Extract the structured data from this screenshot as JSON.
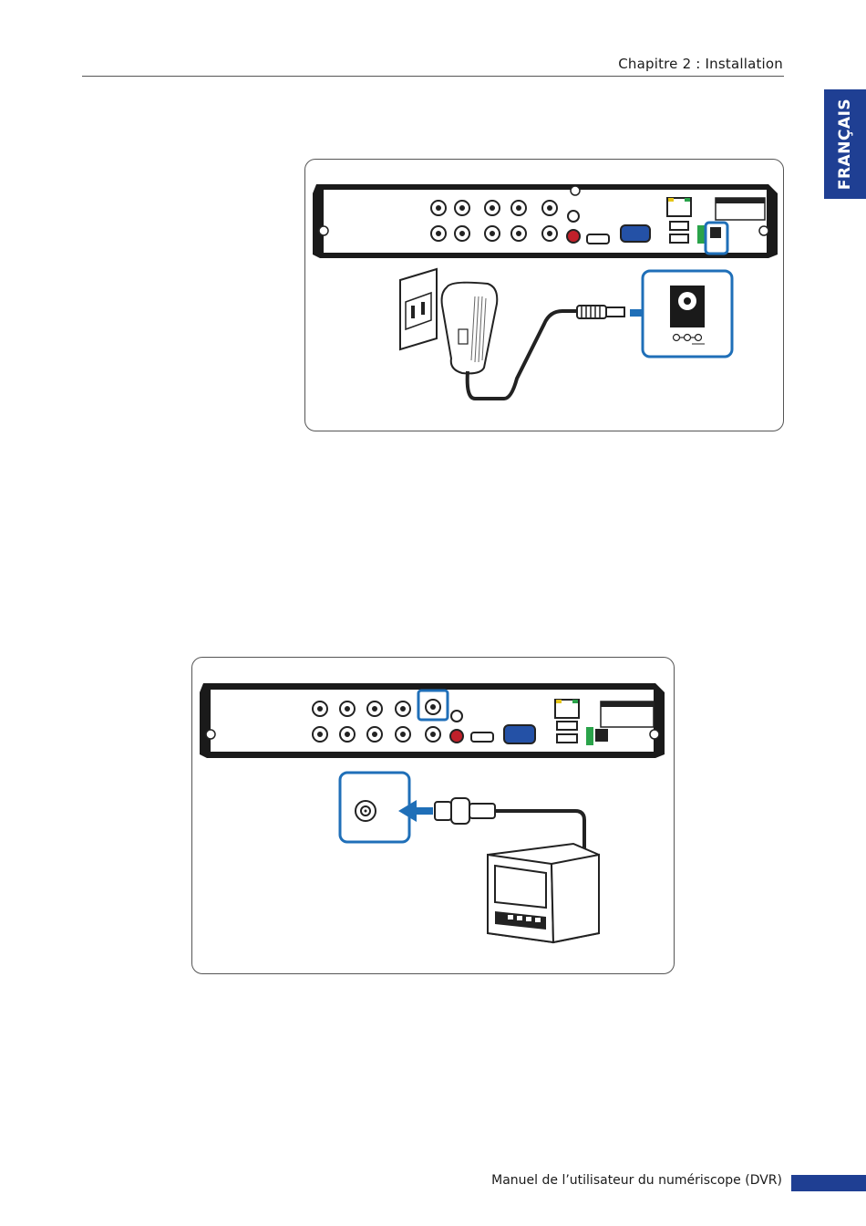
{
  "header": {
    "chapter_title": "Chapitre 2 : Installation"
  },
  "side_tab": {
    "language": "FRANÇAIS",
    "color": "#1f3f93"
  },
  "footer": {
    "manual_title": "Manuel de l’utilisateur du numériscope (DVR)"
  },
  "figures": [
    {
      "icons": [
        "dvr-rear-panel",
        "wall-outlet",
        "power-adapter",
        "dc-plug",
        "dc-jack-callout",
        "arrow-right"
      ]
    },
    {
      "icons": [
        "dvr-rear-panel",
        "bnc-port-callout",
        "arrow-left",
        "bnc-cable",
        "crt-monitor"
      ]
    }
  ],
  "colors": {
    "accent": "#1f6fb8",
    "panel": "#1a1a1a"
  }
}
